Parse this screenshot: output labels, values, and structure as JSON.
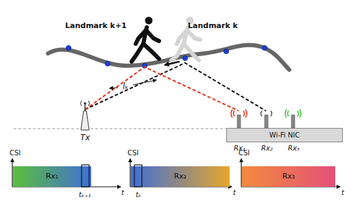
{
  "diagram": {
    "nodes": [
      {
        "text": [
          "Wi-Fi NIC"
        ]
      },
      {
        "text": [
          "Rx₁"
        ]
      },
      {
        "text": [
          "Rx₂"
        ]
      },
      {
        "text": [
          "Rx₃"
        ]
      }
    ],
    "labels": [
      "Landmark k+1",
      "Landmark k",
      "lₖ",
      "Tx",
      "Rx₁",
      "Rx₂",
      "Rx₃",
      "CSI",
      "t",
      "tₖ₊₁",
      "CSI",
      "tₖ",
      "t",
      "CSI",
      "t"
    ]
  }
}
